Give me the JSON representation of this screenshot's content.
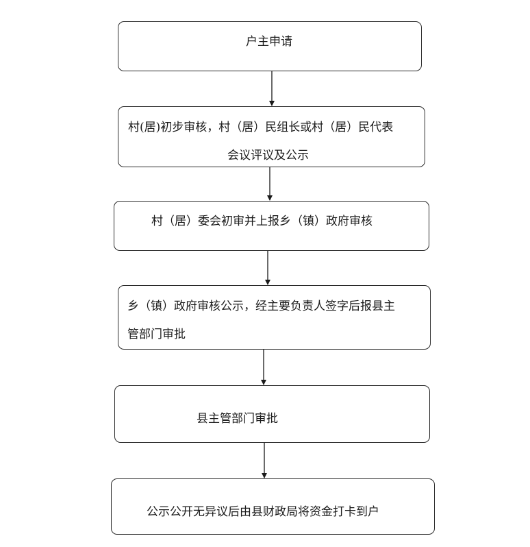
{
  "steps": [
    {
      "lines": [
        "户主申请"
      ]
    },
    {
      "lines": [
        "村(居)初步审核，村（居）民组长或村（居）民代表",
        "会议评议及公示"
      ]
    },
    {
      "lines": [
        "村（居）委会初审并上报乡（镇）政府审核"
      ]
    },
    {
      "lines": [
        "乡（镇）政府审核公示，经主要负责人签字后报县主",
        "管部门审批"
      ]
    },
    {
      "lines": [
        "县主管部门审批"
      ]
    },
    {
      "lines": [
        "公示公开无异议后由县财政局将资金打卡到户"
      ]
    }
  ]
}
